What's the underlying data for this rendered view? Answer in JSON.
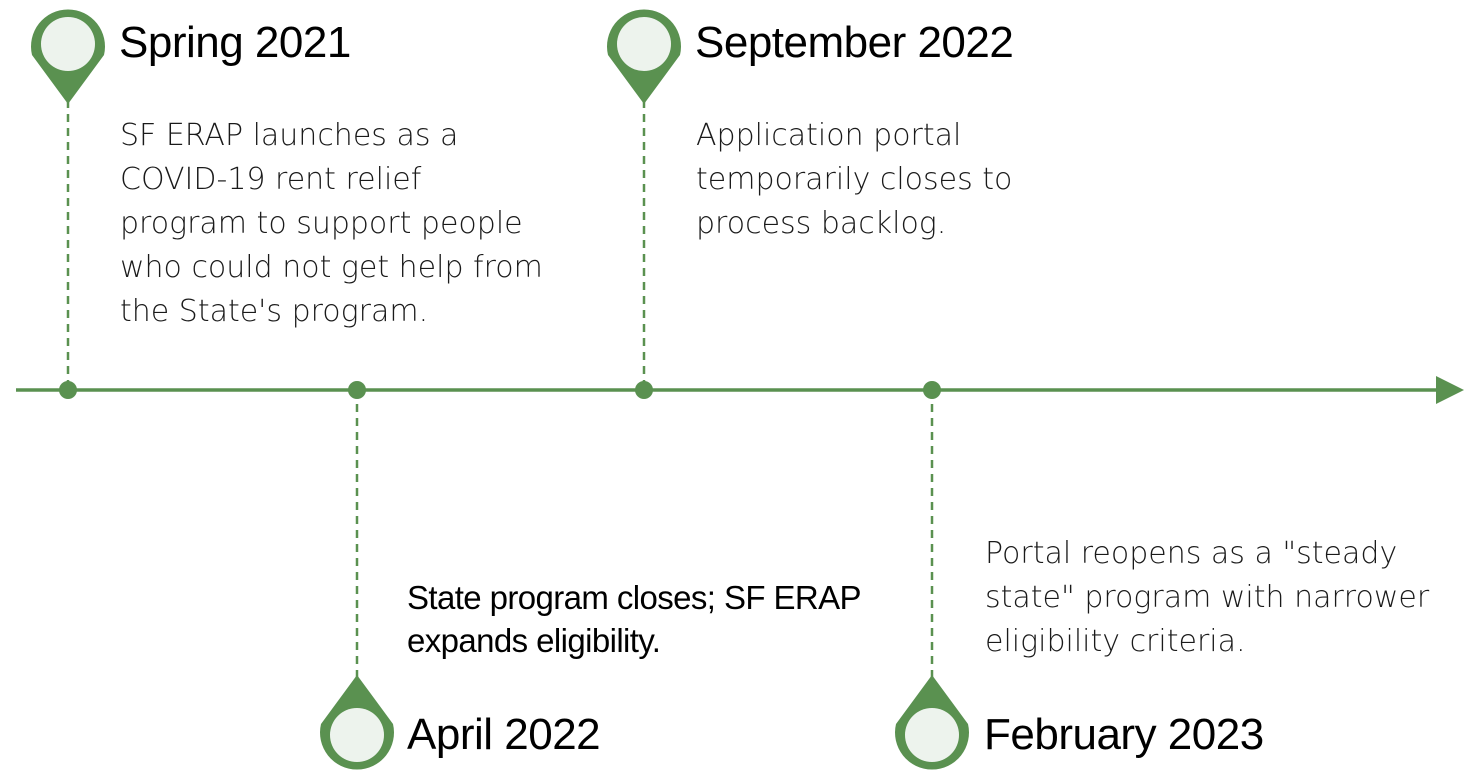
{
  "colors": {
    "accent": "#5a9150",
    "pin_fill": "#edf3ed",
    "text": "#000000"
  },
  "milestones": [
    {
      "date": "Spring 2021",
      "description": "SF ERAP launches as a\nCOVID-19 rent relief\nprogram to support people\nwho could not get help from\nthe State's program."
    },
    {
      "date": "April 2022",
      "description": "State program closes; SF ERAP\nexpands eligibility."
    },
    {
      "date": "September 2022",
      "description": "Application portal\ntemporarily closes to\nprocess backlog."
    },
    {
      "date": "February 2023",
      "description": "Portal reopens as a \"steady\nstate\" program with narrower\neligibility criteria."
    }
  ]
}
